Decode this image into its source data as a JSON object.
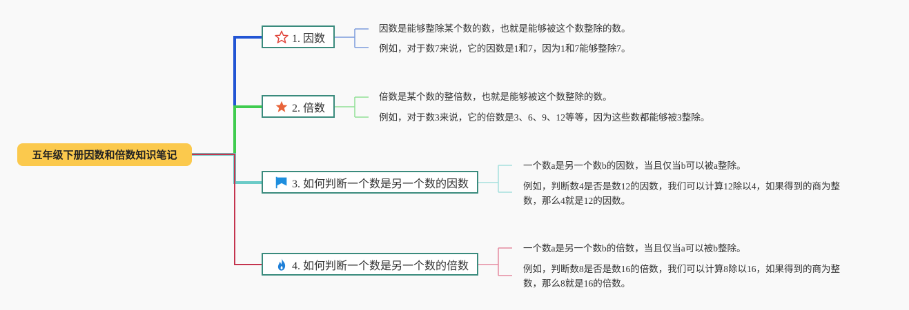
{
  "root": {
    "label": "五年级下册因数和倍数知识笔记",
    "color": "#fbc94d"
  },
  "branches": [
    {
      "label": "1. 因数",
      "icon": "star-outline-icon",
      "line_color": "#2255d4",
      "leaf_line_color": "#7a9bdc",
      "leaves": [
        "因数是能够整除某个数的数，也就是能够被这个数整除的数。",
        "例如，对于数7来说，它的因数是1和7，因为1和7能够整除7。"
      ]
    },
    {
      "label": "2. 倍数",
      "icon": "star-filled-icon",
      "line_color": "#3fcc4f",
      "leaf_line_color": "#8fe095",
      "leaves": [
        "倍数是某个数的整倍数，也就是能够被这个数整除的数。",
        "例如，对于数3来说，它的倍数是3、6、9、12等等，因为这些数都能够被3整除。"
      ]
    },
    {
      "label": "3. 如何判断一个数是另一个数的因数",
      "icon": "flag-icon",
      "line_color": "#6bcbc7",
      "leaf_line_color": "#a6e0de",
      "leaves": [
        "一个数a是另一个数b的因数，当且仅当b可以被a整除。",
        "例如，判断数4是否是数12的因数，我们可以计算12除以4，如果得到的商为整数，那么4就是12的因数。"
      ]
    },
    {
      "label": "4. 如何判断一个数是另一个数的倍数",
      "icon": "flame-icon",
      "line_color": "#c4344e",
      "leaf_line_color": "#e58aa0",
      "leaves": [
        "一个数a是另一个数b的倍数，当且仅当a可以被b整除。",
        "例如，判断数8是否是数16的倍数，我们可以计算8除以16，如果得到的商为整数，那么8就是16的倍数。"
      ]
    }
  ],
  "colors": {
    "node_border": "#3a8b7d",
    "star_outline": "#e0443a",
    "star_filled": "#e8643a",
    "flag": "#1e8ede",
    "flame": "#1e7fd8"
  }
}
